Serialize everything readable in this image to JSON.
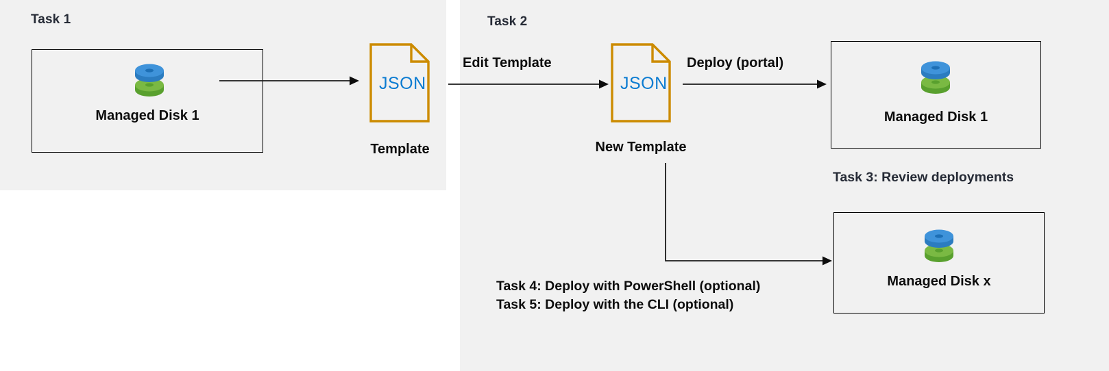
{
  "diagram": {
    "title_hidden": "",
    "colors": {
      "panel_background": "#f1f1f1",
      "page_background": "#ffffff",
      "task_label": "#262b36",
      "body_text": "#0d0d0d",
      "json_border": "#cc8b00",
      "json_text": "#0a7bd1",
      "disk_blue": "#3a90d8",
      "disk_green": "#6cb43c",
      "connector": "#1a1a1a",
      "box_border": "#000000"
    },
    "panels": [
      {
        "name": "task-1-panel",
        "label": "Task 1"
      },
      {
        "name": "task-2-panel",
        "label": "Task 2"
      }
    ],
    "task1": {
      "label": "Task 1",
      "disk_box": {
        "caption": "Managed Disk 1",
        "icon": "managed-disk-icon"
      },
      "template": {
        "icon_label": "JSON",
        "caption": "Template"
      },
      "arrow": {
        "name": "disk-to-template-arrow",
        "label": ""
      }
    },
    "task2": {
      "label": "Task 2",
      "edit_arrow_label": "Edit Template",
      "new_template": {
        "icon_label": "JSON",
        "caption": "New Template"
      },
      "deploy_arrow_label": "Deploy (portal)",
      "deployed_disk_box": {
        "caption": "Managed Disk 1",
        "icon": "managed-disk-icon"
      }
    },
    "task3": {
      "label": "Task 3: Review deployments"
    },
    "optional_tasks": {
      "line1": "Task 4: Deploy with PowerShell (optional)",
      "line2": "Task 5: Deploy with the CLI (optional)"
    },
    "scaled_disk_box": {
      "caption": "Managed Disk x",
      "icon": "managed-disk-icon"
    }
  }
}
